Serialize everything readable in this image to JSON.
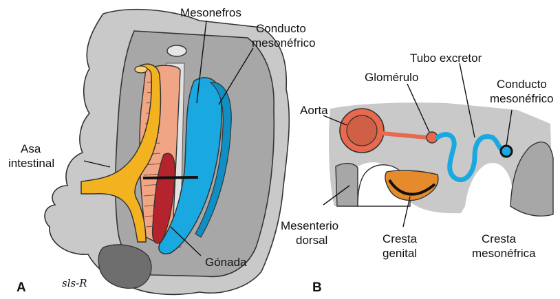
{
  "panel_a": {
    "letter": "A",
    "labels": {
      "mesonefros": "Mesonefros",
      "conducto_line1": "Conducto",
      "conducto_line2": "mesonéfrico",
      "asa_line1": "Asa",
      "asa_line2": "intestinal",
      "gonada": "Gónada"
    },
    "signature": "sls-R"
  },
  "panel_b": {
    "letter": "B",
    "labels": {
      "tubo_excretor": "Tubo excretor",
      "glomerulo": "Glomérulo",
      "aorta": "Aorta",
      "conducto_line1": "Conducto",
      "conducto_line2": "mesonéfrico",
      "mesenterio_line1": "Mesenterio",
      "mesenterio_line2": "dorsal",
      "cresta_gen_line1": "Cresta",
      "cresta_gen_line2": "genital",
      "cresta_mes_line1": "Cresta",
      "cresta_mes_line2": "mesonéfrica"
    }
  },
  "colors": {
    "body_gray": "#c9c9c9",
    "cavity_gray": "#a7a7a7",
    "intestine_yellow": "#f3b321",
    "mesentery_salmon": "#f0a684",
    "mesonephros_blue": "#1aa8e0",
    "gonad_red": "#b5232d",
    "aorta_red": "#e8694e",
    "ridge_orange": "#e58b2c"
  }
}
